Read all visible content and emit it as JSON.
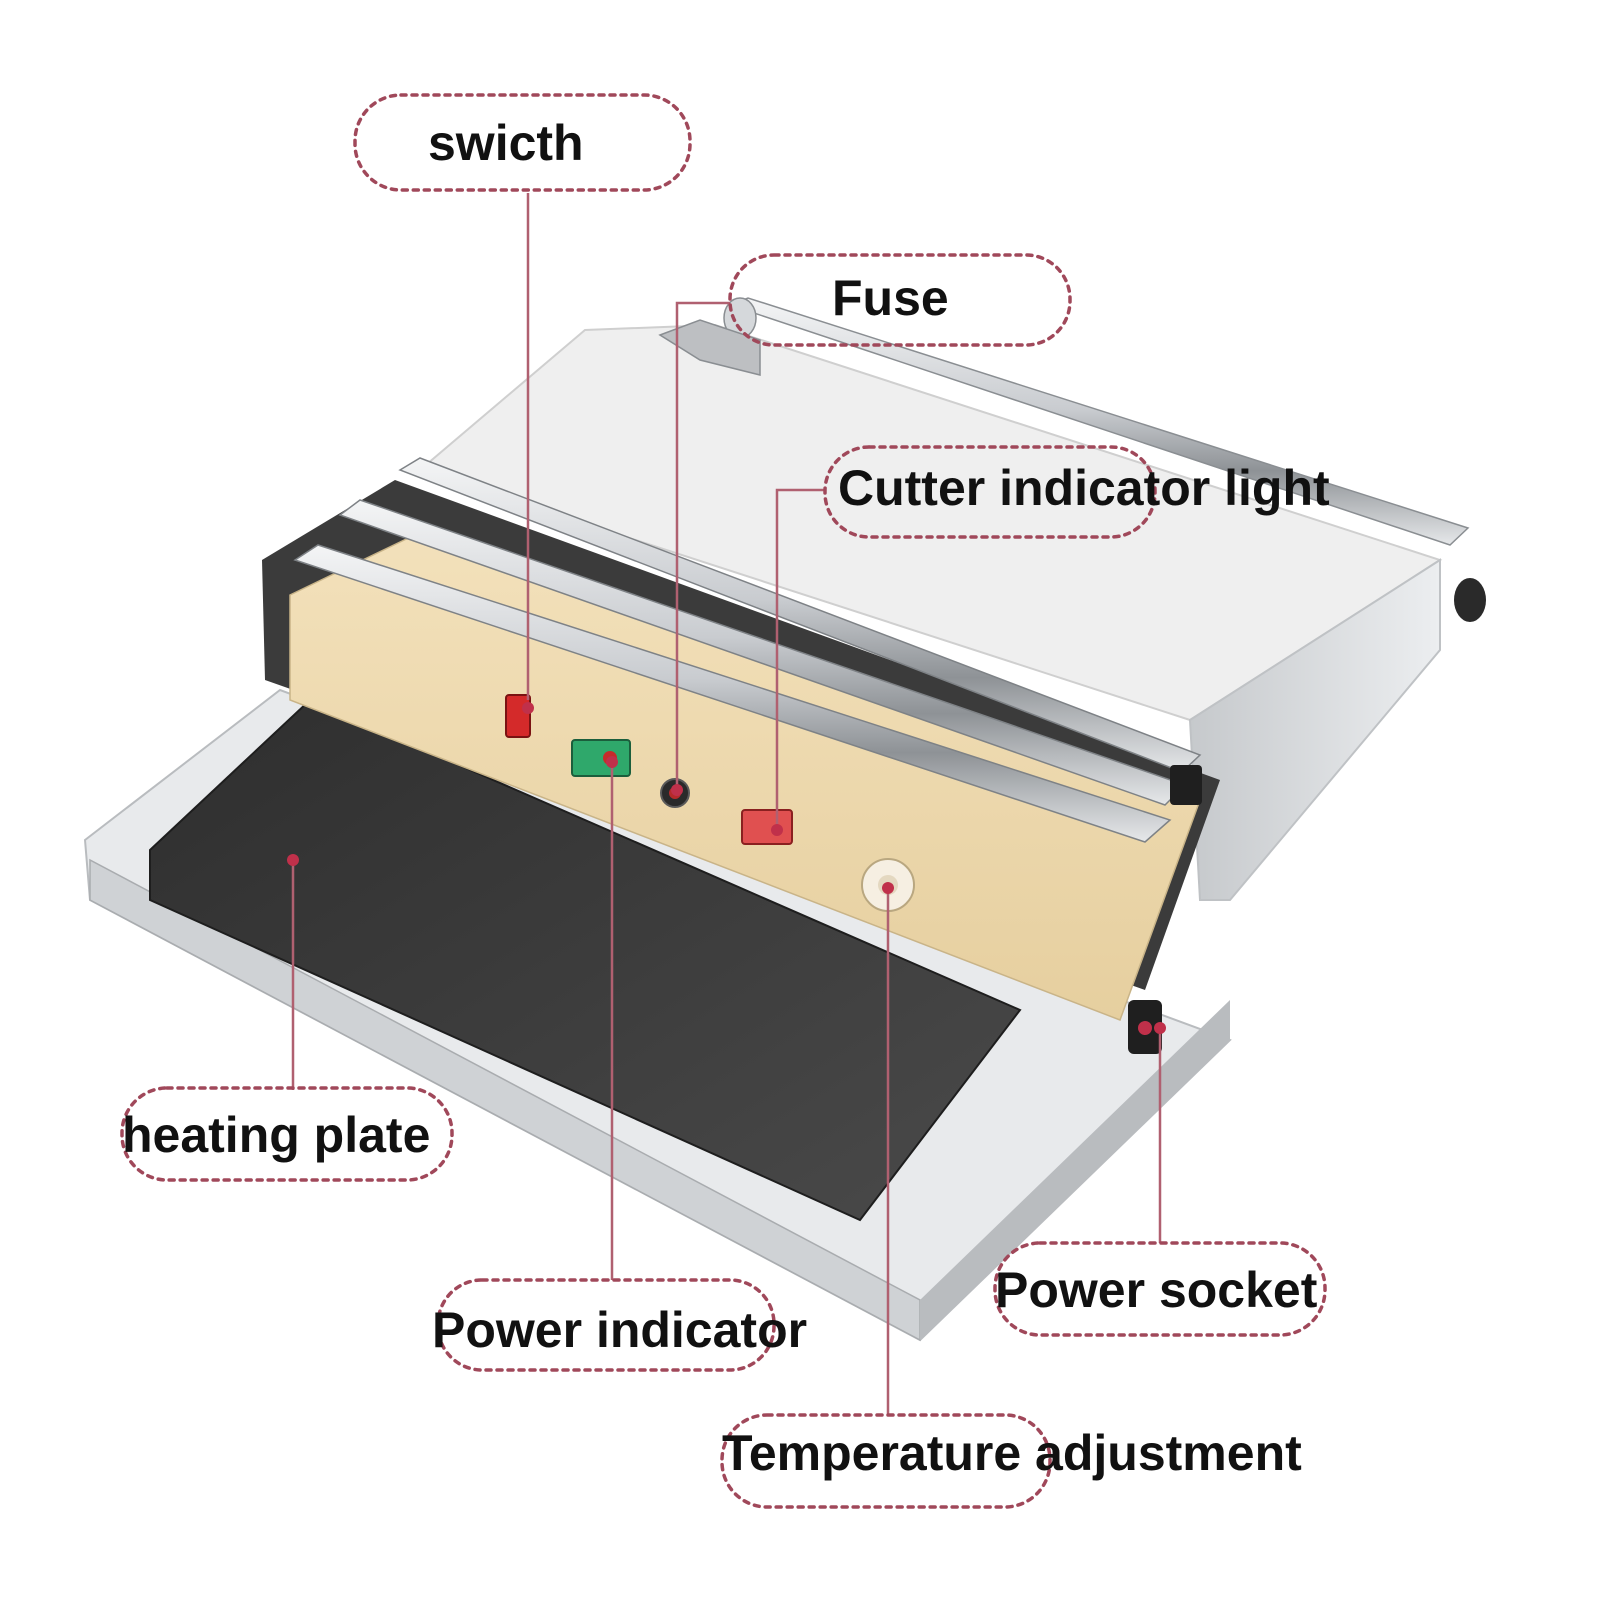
{
  "colors": {
    "callout_border": "#a0485a",
    "leader_line": "#b06070",
    "leader_dot": "#c0304a",
    "panel_beige": "#efd8ad",
    "heating_plate": "#3a3a3a",
    "stainless": "#d8dadc"
  },
  "callouts": {
    "switch": "swicth",
    "fuse": "Fuse",
    "cutter_indicator_light": "Cutter indicator light",
    "heating_plate": "heating plate",
    "power_indicator": "Power indicator",
    "power_socket": "Power socket",
    "temperature_adjustment": "Temperature adjustment"
  }
}
